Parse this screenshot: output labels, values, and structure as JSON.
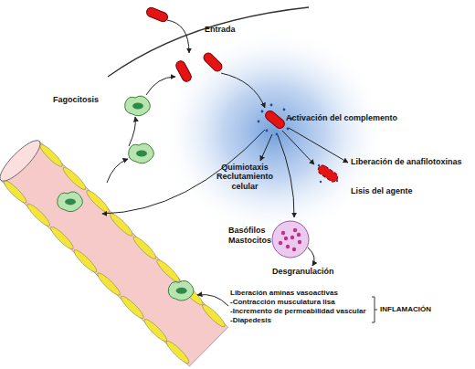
{
  "diagram": {
    "nodes": [
      {
        "text": [
          "Basófilos Mastocitos"
        ]
      }
    ],
    "labels": [
      "Entrada",
      "Activación del complemento",
      "Fagocitosis",
      "Liberación de anafilotoxinas",
      "Lisis del agente",
      "Quimiotaxis Reclutamiento celular",
      "Desgranulación",
      "Liberación aminas vasoactivas",
      "-Contracción musculatura lisa",
      "-Incremento de permeabilidad vascular",
      "-Diapedesis",
      "INFLAMACIÓN"
    ]
  }
}
